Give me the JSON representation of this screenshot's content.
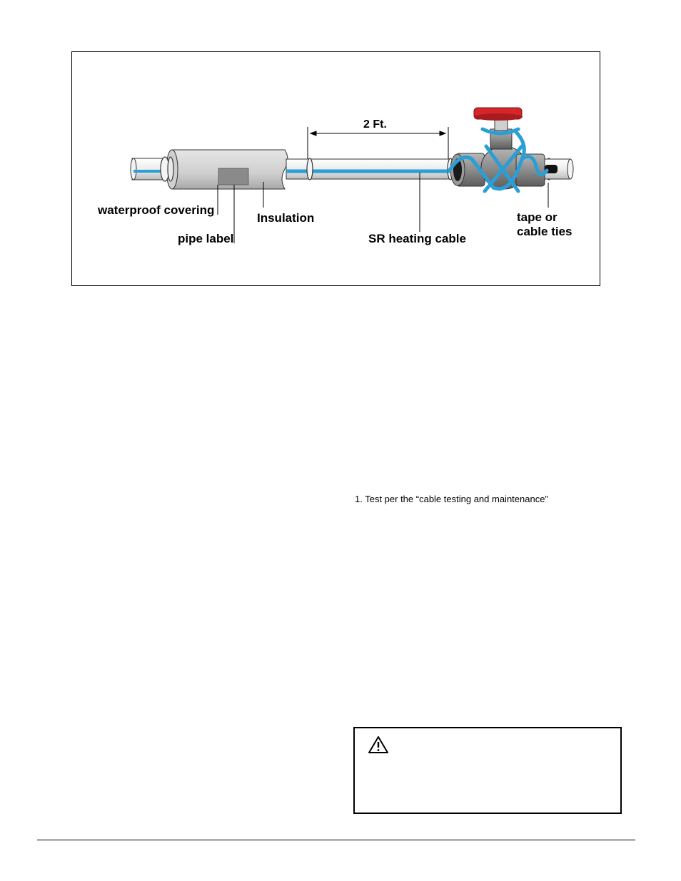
{
  "figure": {
    "dimension_label": "2 Ft.",
    "callouts": {
      "waterproof_covering": "waterproof covering",
      "insulation": "Insulation",
      "pipe_label": "pipe label",
      "sr_heating_cable": "SR heating cable",
      "tape_line1": "tape or",
      "tape_line2": "cable ties"
    },
    "colors": {
      "heating_cable": "#2a9fd6",
      "valve_handle": "#d7262a",
      "insulation": "#d6d6d6",
      "pipe": "#efefef",
      "pipe_label": "#8a8a8a",
      "valve_body": "#8f8f8f"
    }
  },
  "instructions": {
    "step1": "1. Test per the “cable testing and maintenance”"
  },
  "warning": {
    "icon": "warning-triangle-icon"
  }
}
